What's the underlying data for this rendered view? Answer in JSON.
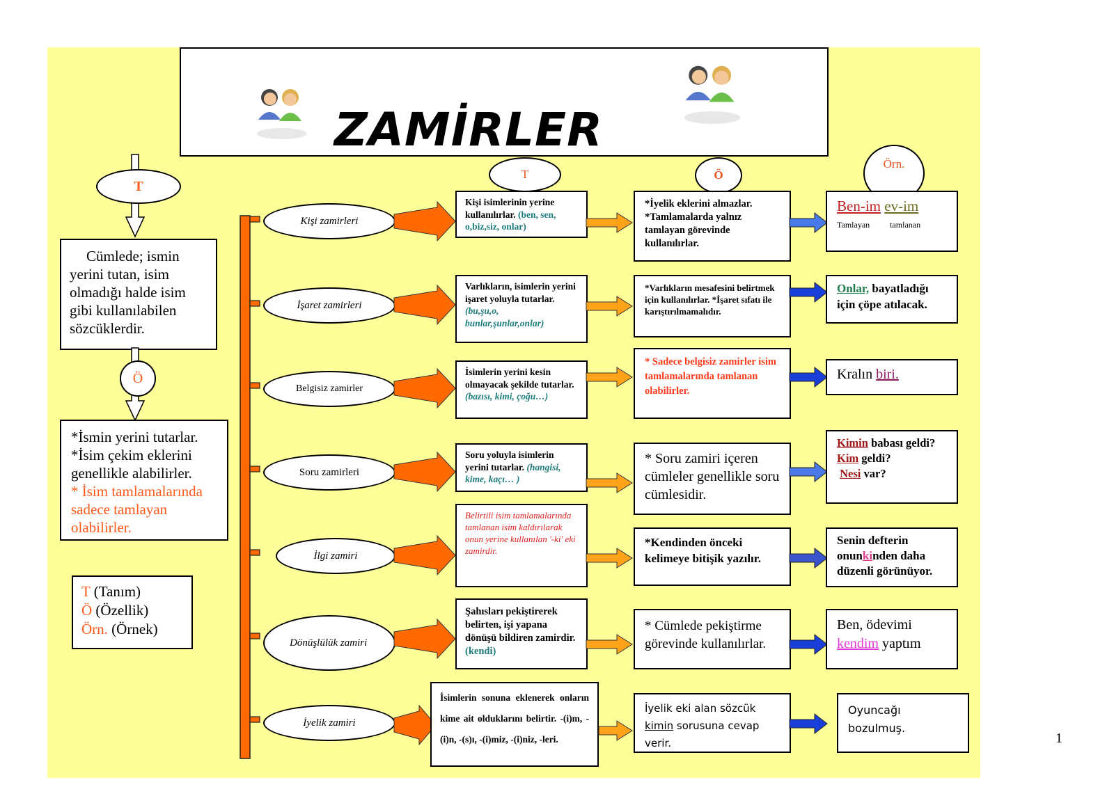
{
  "title": "ZAMİRLER",
  "page_number": "1",
  "left": {
    "t_label": "T",
    "definition": "Cümlede; ismin yerini tutan, isim olmadığı halde isim gibi kullanılabilen sözcüklerdir.",
    "o_label": "Ö",
    "features_line1": "*İsmin yerini tutarlar.",
    "features_line2": "*İsim çekim eklerini genellikle alabilirler.",
    "features_line3": "* İsim tamlamalarında sadece tamlayan olabilirler.",
    "legend": [
      {
        "key": "T",
        "text": "(Tanım)"
      },
      {
        "key": "Ö",
        "text": "(Özellik)"
      },
      {
        "key": "Örn.",
        "text": "(Örnek)"
      }
    ]
  },
  "columns": {
    "t": "T",
    "o": "Ö",
    "orn": "Örn."
  },
  "rows": [
    {
      "name": "Kişi zamirleri",
      "def": "Kişi isimlerinin yerine kullanılırlar.",
      "def_ex": "(ben, sen, o,biz,siz, onlar)",
      "feature": "*İyelik eklerini almazlar. *Tamlamalarda yalnız tamlayan görevinde kullanılırlar.",
      "example_a": "Ben-im",
      "example_b": "ev-im",
      "example_lbl_a": "Tamlayan",
      "example_lbl_b": "tamlanan"
    },
    {
      "name": "İşaret zamirleri",
      "def": "Varlıkların, isimlerin yerini işaret yoluyla tutarlar.",
      "def_ex": "(bu,şu,o, bunlar,şunlar,onlar)",
      "feature": "*Varlıkların mesafesini belirtmek için kullanılırlar. *İşaret sıfatı ile karıştırılmamalıdır.",
      "example_a": "Onlar,",
      "example_b": "bayatladığı için çöpe atılacak."
    },
    {
      "name": "Belgisiz zamirler",
      "def": "İsimlerin yerini kesin olmayacak şekilde tutarlar.",
      "def_ex": "(bazısı, kimi, çoğu…)",
      "feature": "* Sadece belgisiz zamirler isim tamlamalarında tamlanan olabilirler.",
      "example_a": "Kralın",
      "example_b": "biri."
    },
    {
      "name": "Soru zamirleri",
      "def": "Soru yoluyla isimlerin yerini tutarlar.",
      "def_ex": "(hangisi, kime, kaçı… )",
      "feature": "* Soru zamiri içeren cümleler genellikle soru cümlesidir.",
      "example_l1a": "Kimin",
      "example_l1b": "babası geldi?",
      "example_l2a": "Kim",
      "example_l2b": "geldi?",
      "example_l3a": "Nesi",
      "example_l3b": "var?"
    },
    {
      "name": "İlgi zamiri",
      "def": "Belirtili isim tamlamalarında tamlanan isim kaldırılarak onun yerine kullanılan '-ki' eki zamirdir.",
      "feature": "*Kendinden önceki kelimeye bitişik yazılır.",
      "example_a": "Senin defterin onun",
      "example_b": "ki",
      "example_c": "nden daha düzenli görünüyor."
    },
    {
      "name": "Dönüşlülük zamiri",
      "def": "Şahısları pekiştirerek belirten, işi yapana dönüşü bildiren zamirdir.",
      "def_ex": "(kendi)",
      "feature": "* Cümlede pekiştirme görevinde kullanılırlar.",
      "example_a": "Ben, ödevimi",
      "example_b": "kendim",
      "example_c": "yaptım"
    },
    {
      "name": "İyelik zamiri",
      "def": "İsimlerin sonuna eklenerek onların kime ait olduklarını belirtir. -(i)m, -(i)n, -(s)ı, -(i)miz, -(i)niz, -leri.",
      "feature_a": "İyelik eki alan sözcük",
      "feature_b": "kimin",
      "feature_c": "sorusuna cevap verir.",
      "example_a": "Oyuncağı bozulmuş."
    }
  ],
  "colors": {
    "background": "#ffff99",
    "accent_orange": "#ff6a00",
    "arrow_blue": "#1a3fd9",
    "teal_text": "#1f7c7c",
    "red_text": "#e02020"
  }
}
